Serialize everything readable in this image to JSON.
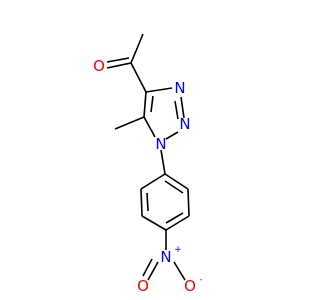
{
  "atoms": {
    "carbonyl_oxygen": "O",
    "triazole_n2": "N",
    "triazole_n3": "N",
    "triazole_n1": "N",
    "nitro_nitrogen": "N",
    "nitro_oxygen_left": "O",
    "nitro_oxygen_right": "O"
  },
  "charges": {
    "nitro_nitrogen": "+",
    "nitro_oxygen_right": "-"
  },
  "colors": {
    "bond": "#000000",
    "oxygen": "#ff0000",
    "nitrogen": "#0000ff"
  }
}
